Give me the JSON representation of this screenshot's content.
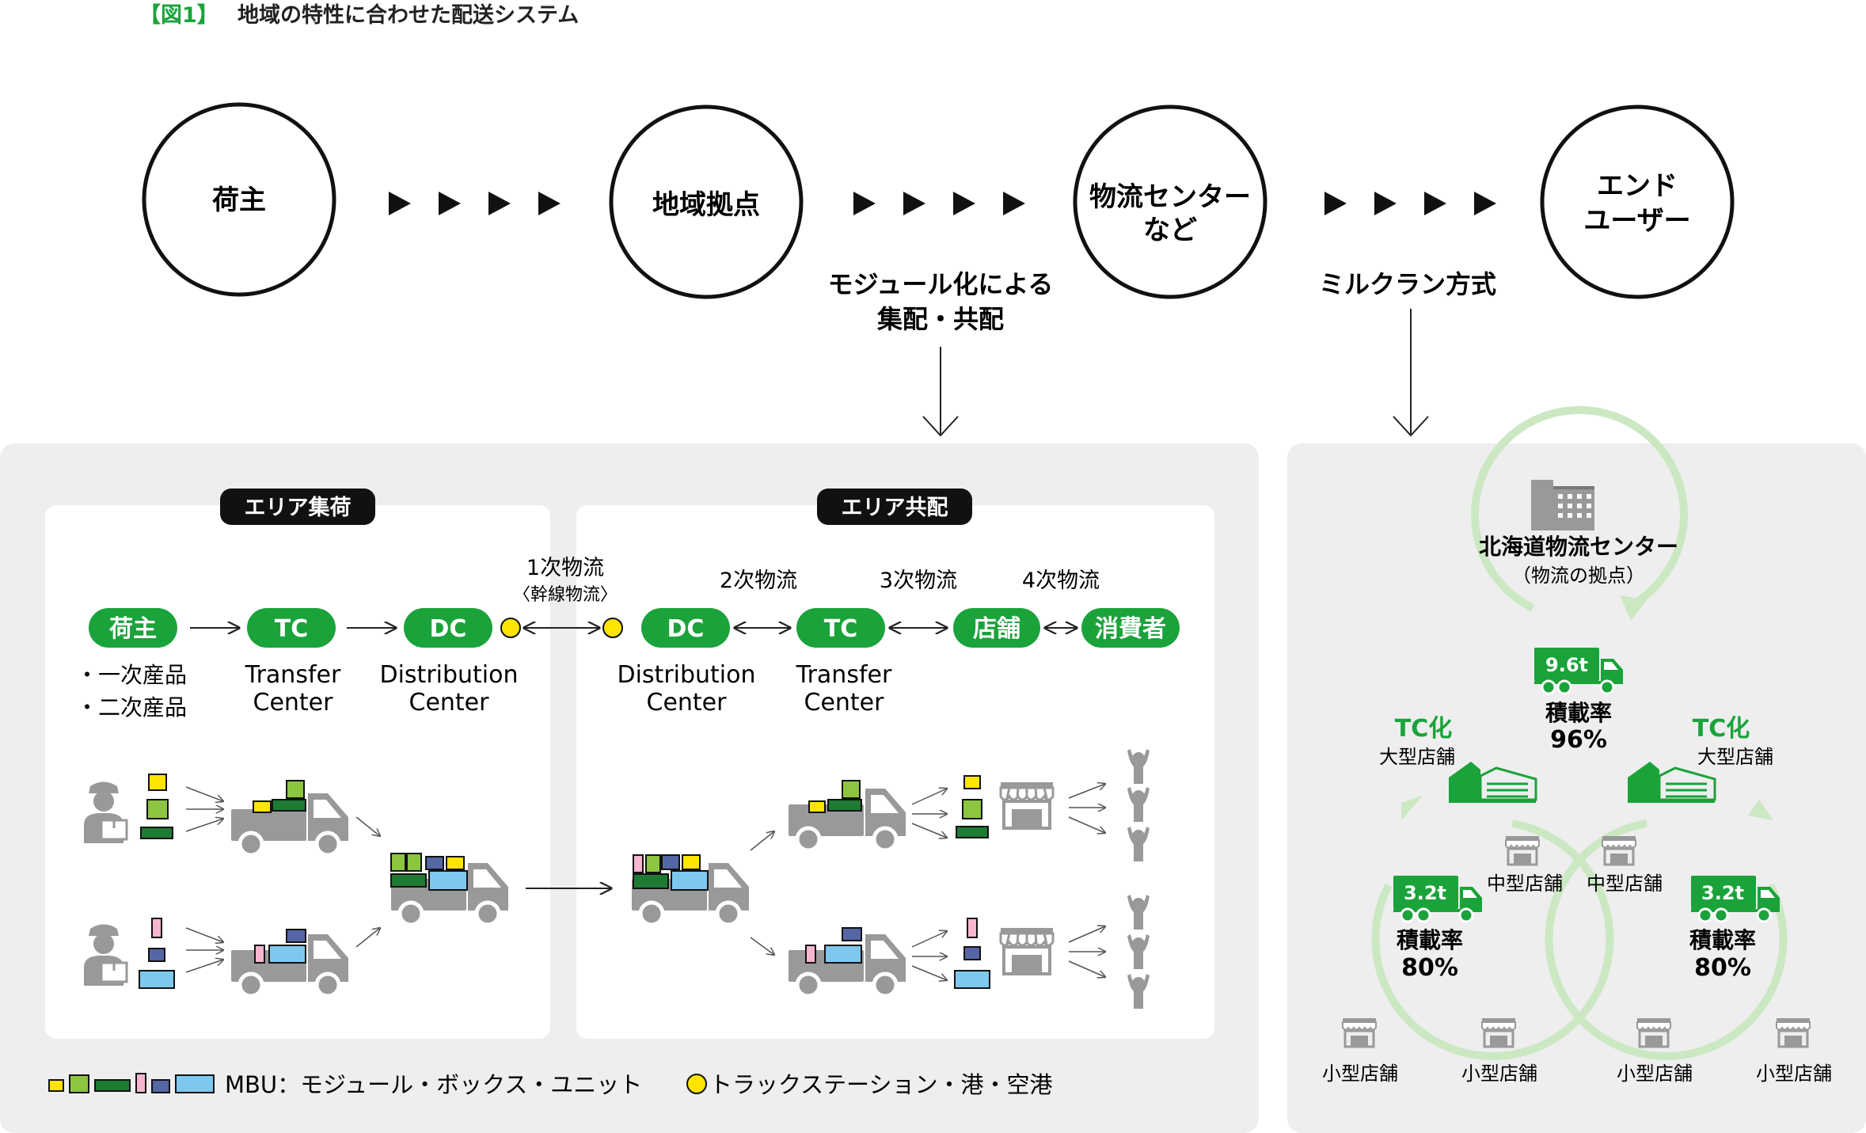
{
  "figure": {
    "label": "【図1】",
    "title": "地域の特性に合わせた配送システム"
  },
  "flow": {
    "nodes": [
      {
        "lines": [
          "荷主"
        ]
      },
      {
        "lines": [
          "地域拠点"
        ]
      },
      {
        "lines": [
          "物流センター",
          "など"
        ]
      },
      {
        "lines": [
          "エンド",
          "ユーザー"
        ]
      }
    ],
    "arrow_glyph": "▶",
    "left_method": [
      "モジュール化による",
      "集配・共配"
    ],
    "right_method": [
      "ミルクラン方式"
    ]
  },
  "left_panel": {
    "section1_badge": "エリア集荷",
    "section2_badge": "エリア共配",
    "nodes": {
      "shipper": "荷主",
      "tc1": "TC",
      "dc1": "DC",
      "dc2": "DC",
      "tc2": "TC",
      "store": "店舗",
      "consumer": "消費者"
    },
    "shipper_items": [
      "・一次産品",
      "・二次産品"
    ],
    "tc1_desc": [
      "Transfer",
      "Center"
    ],
    "dc1_desc": [
      "Distribution",
      "Center"
    ],
    "dc2_desc": [
      "Distribution",
      "Center"
    ],
    "tc2_desc": [
      "Transfer",
      "Center"
    ],
    "stage1": [
      "1次物流",
      "〈幹線物流〉"
    ],
    "stage2": "2次物流",
    "stage3": "3次物流",
    "stage4": "4次物流",
    "legend_mbu": "MBU：モジュール・ボックス・ユニット",
    "legend_station": "トラックステーション・港・空港"
  },
  "right_panel": {
    "center_name": "北海道物流センター",
    "center_sub": "（物流の拠点）",
    "top_truck": "9.6t",
    "top_rate_label": "積載率",
    "top_rate_value": "96%",
    "tc_left_title": "TC化",
    "tc_left_sub": "大型店舗",
    "tc_right_title": "TC化",
    "tc_right_sub": "大型店舗",
    "mid_left": "中型店舗",
    "mid_right": "中型店舗",
    "left_truck": "3.2t",
    "left_rate_label": "積載率",
    "left_rate_value": "80%",
    "right_truck": "3.2t",
    "right_rate_label": "積載率",
    "right_rate_value": "80%",
    "small_stores": [
      "小型店舗",
      "小型店舗",
      "小型店舗",
      "小型店舗"
    ]
  },
  "colors": {
    "green": "#1aa33a",
    "dark_green": "#1e7b34",
    "lime": "#8cc63f",
    "yellow": "#ffe500",
    "pink": "#f7b6cf",
    "navy": "#5566a6",
    "light_blue": "#7ec8ef",
    "gray": "#999999",
    "panel_bg": "#eeeeee",
    "light_green_arrow": "#cbe8c3"
  }
}
